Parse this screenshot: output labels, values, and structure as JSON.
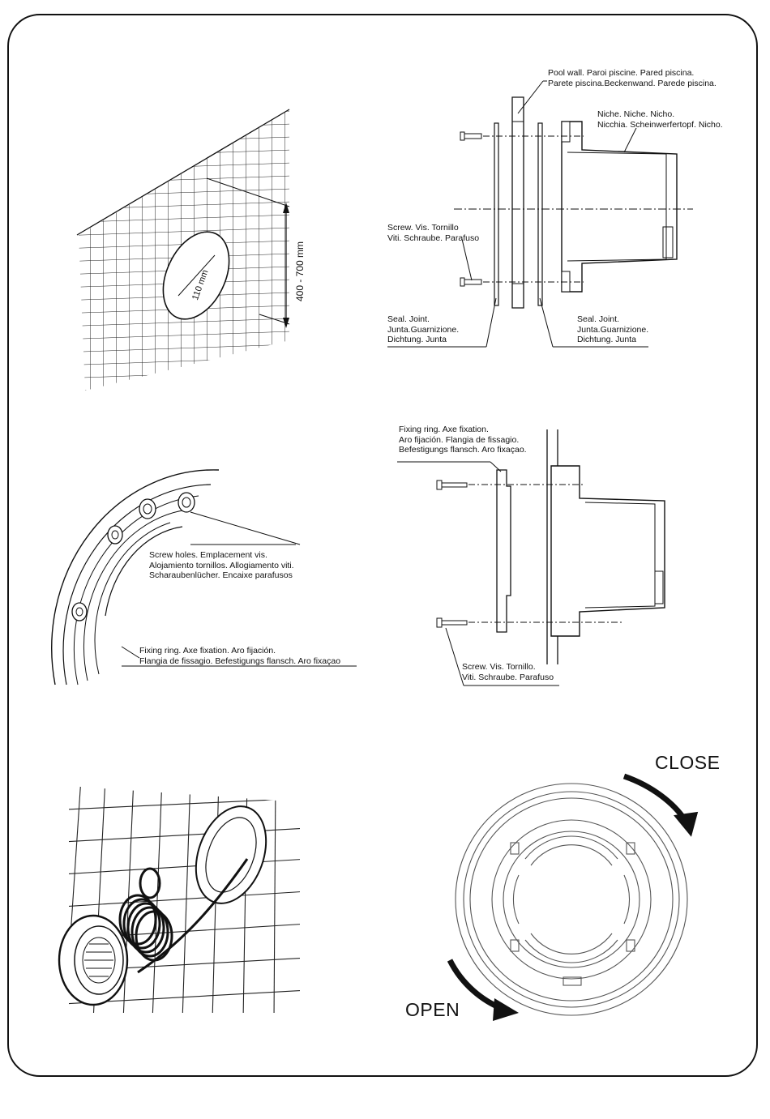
{
  "fig1": {
    "diameter_label": "110 mm",
    "height_label": "400 - 700 mm"
  },
  "fig2": {
    "pool_wall": [
      "Pool wall. Paroi piscine. Pared piscina.",
      "Parete piscina.Beckenwand. Parede piscina."
    ],
    "niche": [
      "Niche. Niche. Nicho.",
      "Nicchia. Scheinwerfertopf. Nicho."
    ],
    "screw": [
      "Screw. Vis. Tornillo",
      "Viti. Schraube. Parafuso"
    ],
    "seal_left": [
      "Seal. Joint.",
      "Junta.Guarnizione.",
      "Dichtung. Junta"
    ],
    "seal_right": [
      "Seal. Joint.",
      "Junta.Guarnizione.",
      "Dichtung. Junta"
    ]
  },
  "fig3": {
    "screw_holes": [
      "Screw holes. Emplacement vis.",
      "Alojamiento tornillos. Allogiamento viti.",
      "Scharaubenlücher. Encaixe parafusos"
    ],
    "fixing_ring": [
      "Fixing ring. Axe fixation. Aro fijación.",
      "Flangia de fissagio. Befestigungs flansch. Aro fixaçao"
    ]
  },
  "fig4": {
    "fixing_ring": [
      "Fixing ring. Axe fixation.",
      "Aro fijación. Flangia de fissagio.",
      "Befestigungs flansch. Aro fixaçao."
    ],
    "screw": [
      "Screw. Vis. Tornillo.",
      "Viti. Schraube. Parafuso"
    ]
  },
  "fig6": {
    "close_label": "CLOSE",
    "open_label": "OPEN"
  }
}
